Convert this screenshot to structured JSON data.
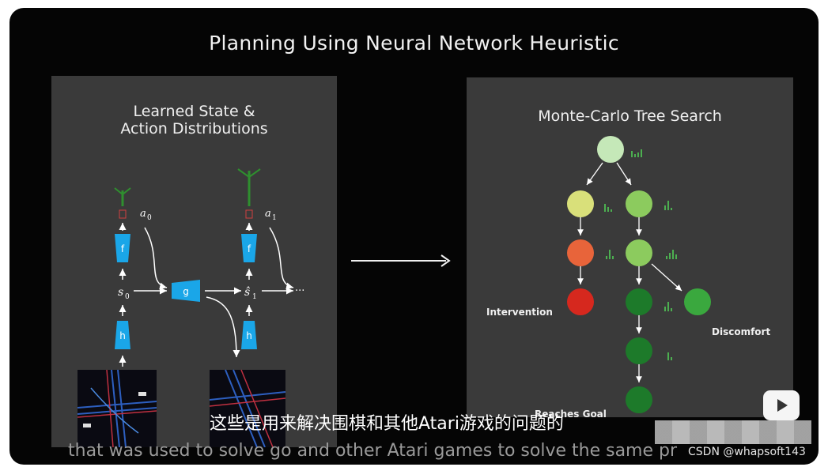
{
  "slide": {
    "title": "Planning Using Neural Network Heuristic",
    "left_panel": {
      "title_line1": "Learned State &",
      "title_line2": "Action Distributions",
      "nodes": {
        "h": "h",
        "f": "f",
        "g": "g"
      },
      "s0": "s",
      "s0_sub": "0",
      "s1": "ŝ",
      "s1_sub": "1",
      "a0": "a",
      "a0_sub": "0",
      "a1": "a",
      "a1_sub": "1",
      "ellipsis": "···"
    },
    "right_panel": {
      "title": "Monte-Carlo Tree Search",
      "labels": {
        "intervention": "Intervention",
        "discomfort": "Discomfort",
        "reaches_goal": "Reaches Goal"
      },
      "colors": {
        "root": "#c5e8b8",
        "yellow": "#d9e07a",
        "light_green": "#8ccb5e",
        "orange": "#e8643a",
        "red": "#d6281e",
        "green": "#3aa83e",
        "dark_green": "#1d7a2a"
      }
    }
  },
  "subtitles": {
    "zh": "这些是用来解决围棋和其他Atari游戏的问题的",
    "en": "that was used to solve go and other Atari games to solve the same pr"
  },
  "watermark": "CSDN @whapsoft143",
  "icons": [
    "play-icon",
    "arrow-right-icon"
  ]
}
